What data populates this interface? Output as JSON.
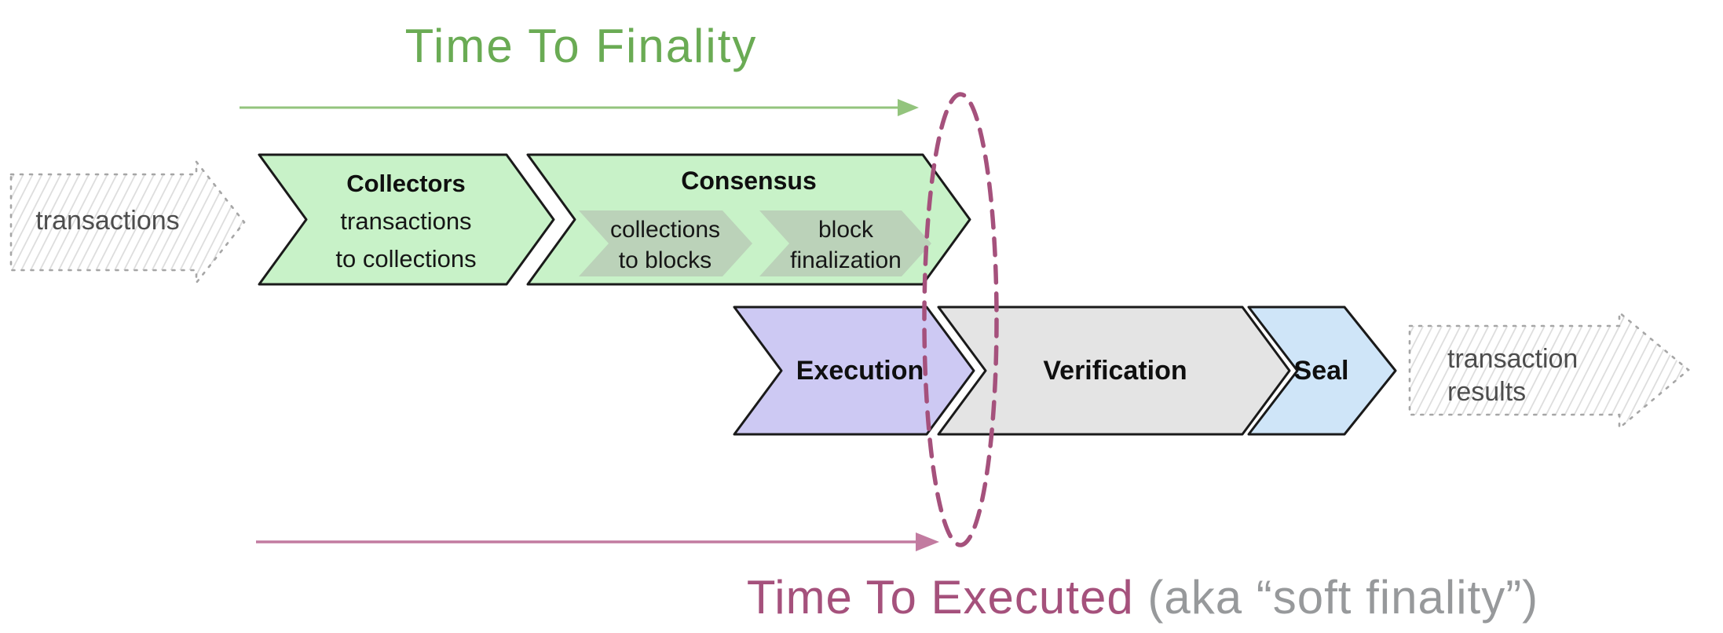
{
  "titles": {
    "time_to_finality": "Time To Finality",
    "time_to_executed": "Time To Executed",
    "time_to_executed_note": " (aka “soft finality”)"
  },
  "flow_io": {
    "left_arrow_label": "transactions",
    "right_arrow_line1": "transaction",
    "right_arrow_line2": "results"
  },
  "pipeline": {
    "collectors": {
      "title": "Collectors",
      "line1": "transactions",
      "line2": "to collections"
    },
    "consensus": {
      "title": "Consensus",
      "stages": [
        {
          "line1": "collections",
          "line2": "to blocks"
        },
        {
          "line1": "block",
          "line2": "finalization"
        }
      ]
    },
    "execution": {
      "title": "Execution"
    },
    "verification": {
      "title": "Verification"
    },
    "seal": {
      "title": "Seal"
    }
  },
  "colors": {
    "finality_green_text": "#6aab54",
    "arrow_green": "#93c47d",
    "chevron_green": "#c8f2c8",
    "consensus_stage_fill": "#b9ceb7",
    "execution_purple": "#cdc9f3",
    "verification_gray": "#e4e4e4",
    "seal_blue": "#cfe5f8",
    "executed_maroon": "#a5517c",
    "executed_note_gray": "#97999b",
    "pink_arrow": "#c27ba0",
    "sketch_outline": "#a6a6a6",
    "chevron_border": "#1a1a1a"
  }
}
